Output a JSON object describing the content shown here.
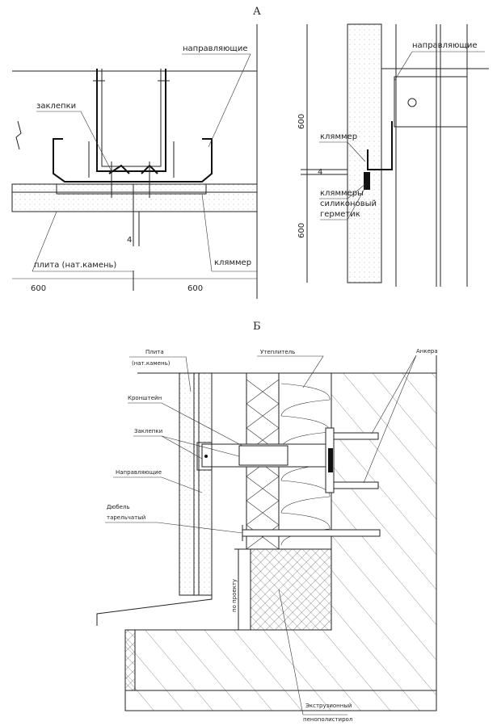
{
  "section_a": {
    "title": "А",
    "left": {
      "rivets": "заклепки",
      "guides": "направляющие",
      "gap": "4",
      "slab": "плита (нат.камень)",
      "clamp": "кляммер",
      "dim_left": "600",
      "dim_right": "600"
    },
    "right": {
      "guides": "направляющие",
      "dim_top": "600",
      "dim_bottom": "600",
      "clamp": "кляммер",
      "gap": "4",
      "clamps": "кляммеры",
      "sealant_line1": "силиконовый",
      "sealant_line2": "герметик"
    }
  },
  "section_b": {
    "title": "Б",
    "slab_line1": "Плита",
    "slab_line2": "(нат.камень)",
    "insulation": "Утеплитель",
    "anchors": "Анкера",
    "bracket": "Кронштейн",
    "rivets": "Заклепки",
    "guides": "Направляющие",
    "dowel_line1": "Дюбель",
    "dowel_line2": "тарельчатый",
    "per_project": "по проекту",
    "xps_line1": "Экструзионный",
    "xps_line2": "пенополистирол"
  }
}
